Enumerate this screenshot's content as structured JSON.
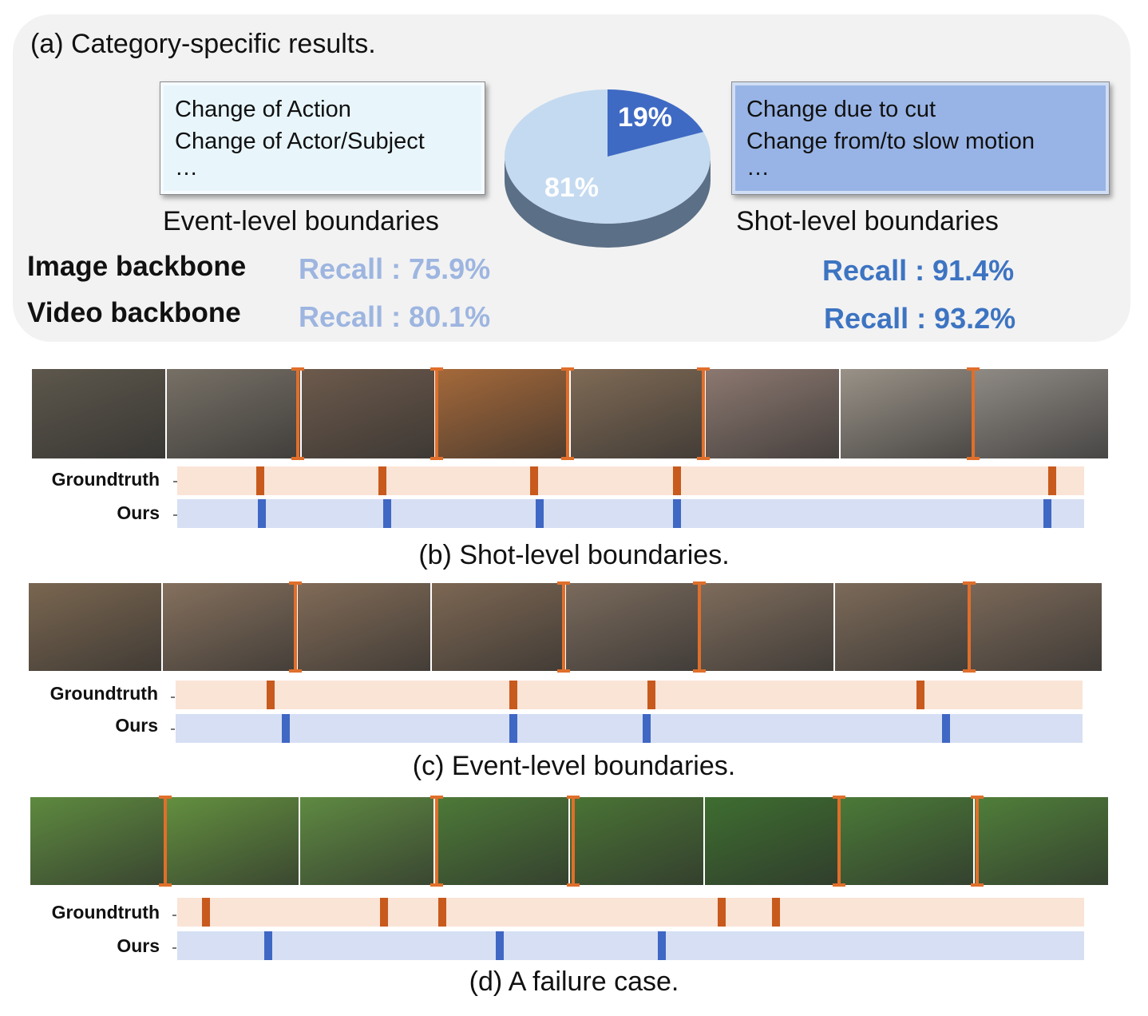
{
  "panel_a": {
    "caption": "(a) Category-specific results.",
    "event_box_lines": [
      "Change of Action",
      "Change of Actor/Subject",
      "…"
    ],
    "shot_box_lines": [
      "Change due to cut",
      "Change from/to slow motion",
      "…"
    ],
    "event_label": "Event-level boundaries",
    "shot_label": "Shot-level boundaries",
    "image_backbone": "Image backbone",
    "video_backbone": "Video backbone",
    "recall_image_event": "Recall : 75.9%",
    "recall_video_event": "Recall : 80.1%",
    "recall_image_shot": "Recall : 91.4%",
    "recall_video_shot": "Recall : 93.2%",
    "pie": {
      "slices": [
        {
          "label": "81%",
          "value": 81,
          "color": "#c4daf0"
        },
        {
          "label": "19%",
          "value": 19,
          "color": "#3f6ac4"
        }
      ]
    }
  },
  "timeline_labels": {
    "groundtruth": "Groundtruth",
    "ours": "Ours"
  },
  "panel_b": {
    "caption": "(b) Shot-level boundaries.",
    "frame_colors": [
      "#5d574c",
      "#777066",
      "#6d5a4c",
      "#a5693a",
      "#7f6a55",
      "#8c7870",
      "#9a9288",
      "#8f8a84"
    ],
    "groundtruth": [
      0.087,
      0.222,
      0.389,
      0.547,
      0.96
    ],
    "ours": [
      0.089,
      0.227,
      0.395,
      0.547,
      0.955
    ]
  },
  "panel_c": {
    "caption": "(c) Event-level boundaries.",
    "frame_colors": [
      "#7a6650",
      "#85705d",
      "#816b57",
      "#7d6753",
      "#7a6a5c",
      "#7e6c5c",
      "#7c6a59",
      "#7a6858"
    ],
    "groundtruth": [
      0.1,
      0.368,
      0.52,
      0.817
    ],
    "ours": [
      0.117,
      0.368,
      0.515,
      0.845
    ]
  },
  "panel_d": {
    "caption": "(d) A failure case.",
    "frame_colors": [
      "#5e8a3f",
      "#63903f",
      "#5f8a42",
      "#4d7a38",
      "#4a7435",
      "#3e6e30",
      "#4b7a38",
      "#507f3a"
    ],
    "groundtruth": [
      0.027,
      0.224,
      0.288,
      0.596,
      0.656
    ],
    "ours": [
      0.096,
      0.351,
      0.53
    ]
  }
}
